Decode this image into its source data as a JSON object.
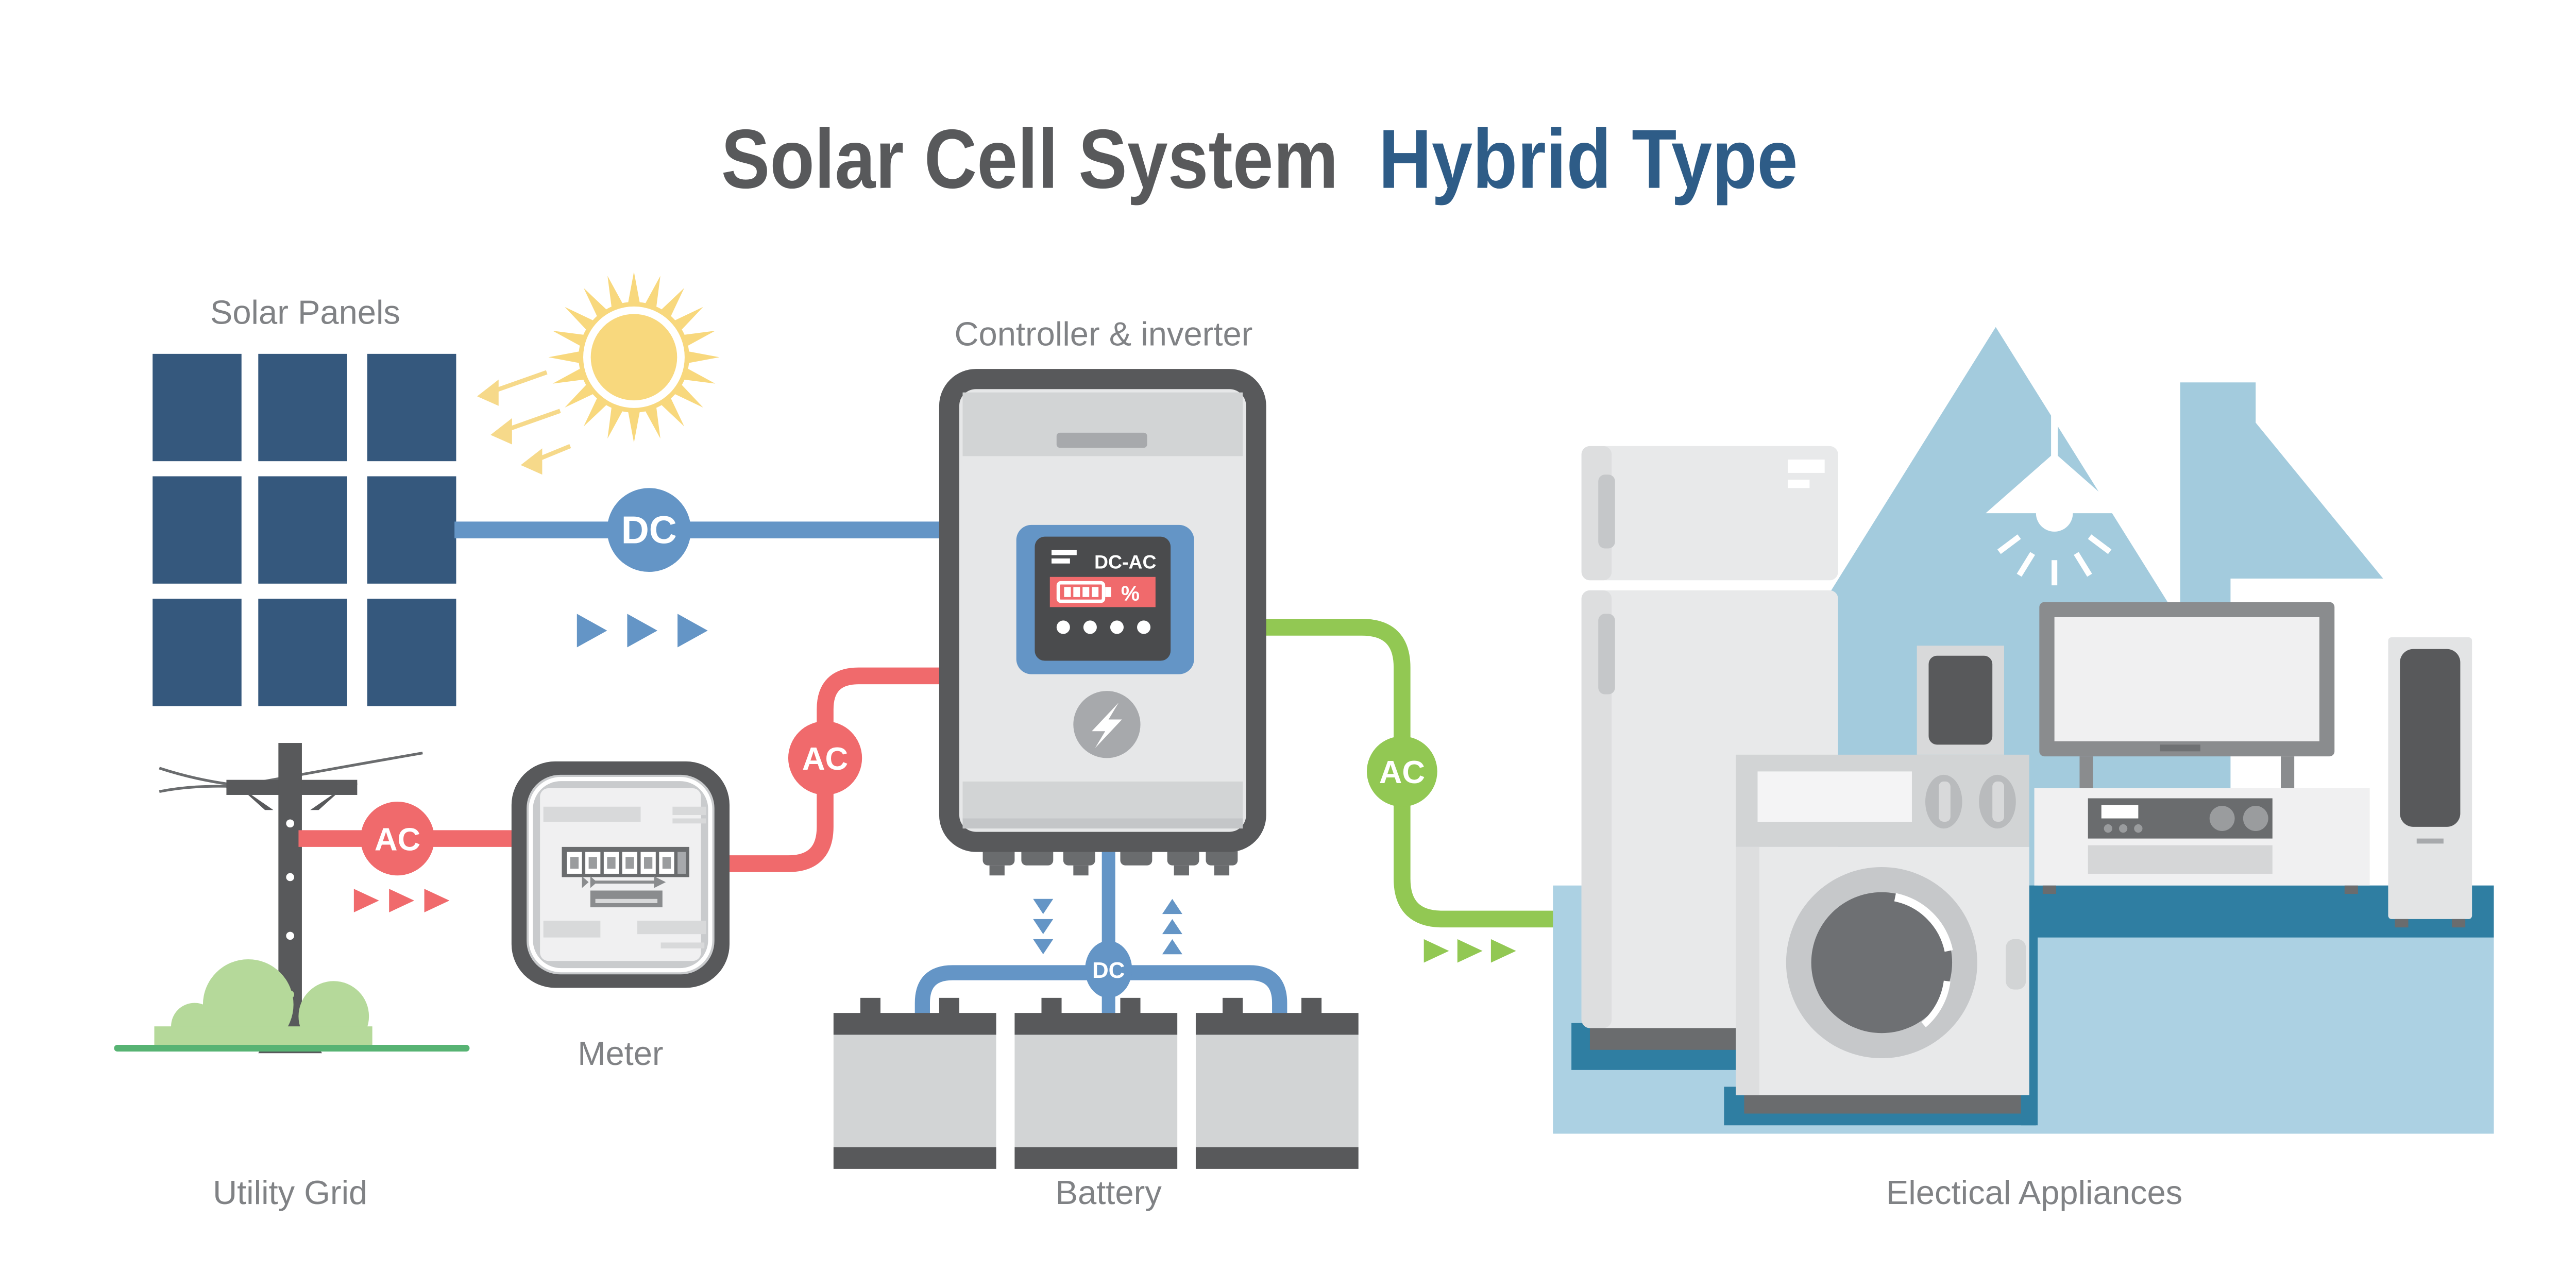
{
  "title": {
    "main": "Solar Cell System",
    "accent": "Hybrid Type"
  },
  "labels": {
    "solar_panels": "Solar Panels",
    "controller": "Controller & inverter",
    "meter": "Meter",
    "utility_grid": "Utility Grid",
    "battery": "Battery",
    "appliances": "Electical Appliances"
  },
  "badges": {
    "dc_from_panels": "DC",
    "ac_from_grid": "AC",
    "ac_to_inverter": "AC",
    "dc_to_battery": "DC",
    "ac_to_appliances": "AC"
  },
  "inverter_screen": {
    "mode": "DC-AC",
    "unit": "%"
  },
  "colors": {
    "title_gray": "#58595B",
    "title_blue": "#2E5C87",
    "label_gray": "#808285",
    "panel_navy": "#35587D",
    "dc_blue": "#6495C6",
    "ac_red": "#F06A6C",
    "ac_green": "#92C853",
    "sun_yellow": "#F8D87D",
    "sun_ray_pale": "#F6D98A",
    "house_blue": "#A3CBDD",
    "floor_blue": "#ACD1E3",
    "floor_teal": "#2F7EA2",
    "device_dark": "#58595B",
    "device_light": "#E6E7E8",
    "screen_dark": "#4A4B4D",
    "bush_green": "#B5D99A",
    "ground_green": "#57B373"
  }
}
